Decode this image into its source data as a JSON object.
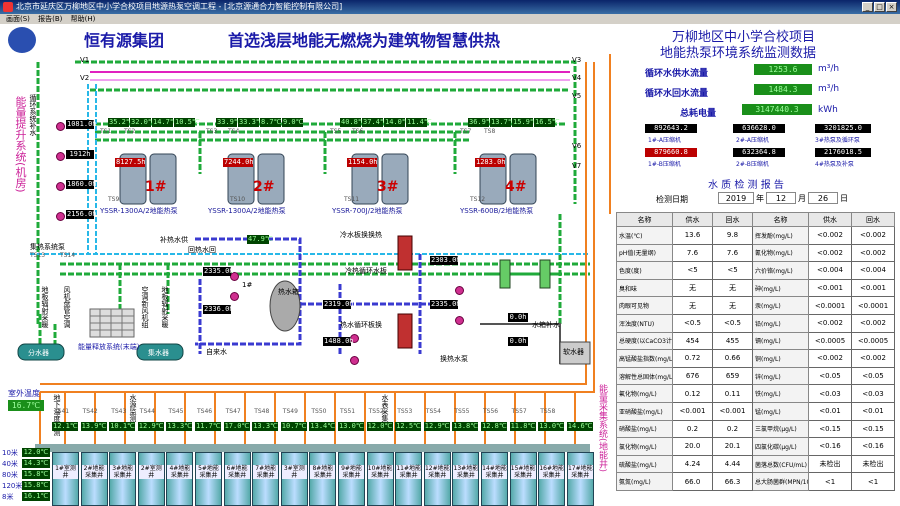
{
  "window": {
    "title": "北京市延庆区万柳地区中小学合校项目地源热泵空调工程 - [北京源通合力智能控制有限公司]",
    "menu": [
      "画面(S)",
      "报告(B)",
      "帮助(H)"
    ]
  },
  "header": {
    "brand": "恒有源集团",
    "slogan": "首选浅层地能无燃烧为建筑物智慧供热",
    "project_line1": "万柳地区中小学合校项目",
    "project_line2": "地能热泵环境系统监测数据"
  },
  "readings": {
    "supply_flow_label": "循环水供水流量",
    "supply_flow_value": "1253.6",
    "return_flow_label": "循环水回水流量",
    "return_flow_value": "1484.3",
    "flow_unit": "m³/h",
    "power_label": "总耗电量",
    "power_value": "3147440.3",
    "power_unit": "kWh"
  },
  "meters": [
    {
      "value": "892643.2",
      "label": "1#-A压缩机"
    },
    {
      "value": "636628.0",
      "label": "2#-A压缩机"
    },
    {
      "value": "3201825.0",
      "label": "3#热泵及循环泵"
    },
    {
      "value": "879660.8",
      "label": "1#-B压缩机"
    },
    {
      "value": "632364.8",
      "label": "2#-B压缩机"
    },
    {
      "value": "2176018.5",
      "label": "4#热泵及补泵"
    }
  ],
  "water_report": {
    "title": "水 质 检 测 报 告",
    "date_label": "检测日期",
    "year": "2019",
    "year_unit": "年",
    "month": "12",
    "month_unit": "月",
    "day": "26",
    "day_unit": "日",
    "headers": [
      "名称",
      "供水",
      "回水",
      "名称",
      "供水",
      "回水"
    ],
    "rows": [
      [
        "水温(℃)",
        "13.6",
        "9.8",
        "挥发酚(mg/L)",
        "<0.002",
        "<0.002"
      ],
      [
        "pH值(无量纲)",
        "7.6",
        "7.6",
        "氰化物(mg/L)",
        "<0.002",
        "<0.002"
      ],
      [
        "色度(度)",
        "<5",
        "<5",
        "六价铬(mg/L)",
        "<0.004",
        "<0.004"
      ],
      [
        "臭和味",
        "无",
        "无",
        "砷(mg/L)",
        "<0.001",
        "<0.001"
      ],
      [
        "肉眼可见物",
        "无",
        "无",
        "汞(mg/L)",
        "<0.0001",
        "<0.0001"
      ],
      [
        "浑浊度(NTU)",
        "<0.5",
        "<0.5",
        "铅(mg/L)",
        "<0.002",
        "<0.002"
      ],
      [
        "总硬度(以CaCO3计)",
        "454",
        "455",
        "镉(mg/L)",
        "<0.0005",
        "<0.0005"
      ],
      [
        "高锰酸盐指数(mg/L)",
        "0.72",
        "0.66",
        "铜(mg/L)",
        "<0.002",
        "<0.002"
      ],
      [
        "溶解性总固体(mg/L)",
        "676",
        "659",
        "锌(mg/L)",
        "<0.05",
        "<0.05"
      ],
      [
        "氟化物(mg/L)",
        "0.12",
        "0.11",
        "铁(mg/L)",
        "<0.03",
        "<0.03"
      ],
      [
        "亚硝酸盐(mg/L)",
        "<0.001",
        "<0.001",
        "锰(mg/L)",
        "<0.01",
        "<0.01"
      ],
      [
        "硝酸盐(mg/L)",
        "0.2",
        "0.2",
        "三氯甲烷(μg/L)",
        "<0.15",
        "<0.15"
      ],
      [
        "氯化物(mg/L)",
        "20.0",
        "20.1",
        "四氯化碳(μg/L)",
        "<0.16",
        "<0.16"
      ],
      [
        "硫酸盐(mg/L)",
        "4.24",
        "4.44",
        "菌落总数(CFU/mL)",
        "未检出",
        "未检出"
      ],
      [
        "氨氮(mg/L)",
        "66.0",
        "66.3",
        "总大肠菌群(MPN/100mL)",
        "<1",
        "<1"
      ]
    ]
  },
  "heat_pumps": [
    {
      "name": "YSSR-1300A/2地能热泵",
      "tag": "1#",
      "kwh": "8127.5h",
      "temps": [
        "35.2℃",
        "32.0℃",
        "14.7℃",
        "10.5℃"
      ]
    },
    {
      "name": "YSSR-1300A/2地能热泵",
      "tag": "2#",
      "kwh": "7244.0h",
      "temps": [
        "33.9℃",
        "33.3℃",
        "8.7℃",
        "9.0℃"
      ]
    },
    {
      "name": "YSSR-700J/2地能热泵",
      "tag": "3#",
      "kwh": "1154.0h",
      "temps": [
        "40.8℃",
        "37.4℃",
        "14.0℃",
        "11.4℃"
      ]
    },
    {
      "name": "YSSR-600B/2地能热泵",
      "tag": "4#",
      "kwh": "1283.0h",
      "temps": [
        "36.9℃",
        "13.7℃",
        "15.9℃",
        "16.5℃"
      ]
    }
  ],
  "circ_pumps": {
    "title": "能量提升系统(机房)",
    "hours": [
      "1081.0h",
      "1912h",
      "1860.0h",
      "2156.0h"
    ],
    "side_label": "循环系统补水",
    "bottom_label": "集热系统泵"
  },
  "ts_labels": [
    "TS1",
    "TS2",
    "TS3",
    "TS4",
    "TS5",
    "TS6",
    "TS7",
    "TS8",
    "TS9",
    "TS10",
    "TS11",
    "TS12",
    "TS13",
    "TS14"
  ],
  "v_labels": [
    "V1",
    "V2",
    "V3",
    "V4",
    "V5",
    "V6",
    "V7"
  ],
  "domestic_water": {
    "supply_label": "补热水供",
    "return_label": "回热水回",
    "hot_water_tank": "热水箱",
    "softener": "软水器",
    "makeup_water": "水箱补水",
    "city_water": "自来水",
    "pump_label": "1#",
    "hours": [
      "2335.0h",
      "2336.0h",
      "2319.0h",
      "1488.0h",
      "2303.0h",
      "2335.0h"
    ],
    "flow": "47.9℃",
    "hex_label_top": "冷水板换换热",
    "hex_label_mid": "冷热循环水板",
    "plate_hex_label": "热水循环板换",
    "supply_pump": "换热水泵",
    "hx_values": [
      "0.0h",
      "0.0h"
    ]
  },
  "distribution": {
    "distributor": "分水器",
    "collector": "集水器",
    "end_label": "能量释放系统(末端)",
    "manifold_labels": [
      "地板辐射采暖",
      "风机盘管空调",
      "空调新风机组",
      "地板辐射采暖"
    ],
    "end_side": "能量采集系统(地能井)"
  },
  "outdoor": {
    "label": "室外温度",
    "value": "16.7℃"
  },
  "wells": {
    "depth_labels": [
      "10米",
      "40米",
      "80米",
      "120米",
      "8米"
    ],
    "depth_values": [
      "12.0℃",
      "14.3℃",
      "15.8℃",
      "15.8℃",
      "16.1℃"
    ],
    "items": [
      "1#室测井",
      "2#地能采集井",
      "3#地能采集井",
      "2#室测井",
      "4#地能采集井",
      "5#地能采集井",
      "6#地能采集井",
      "7#地能采集井",
      "3#室测井",
      "8#地能采集井",
      "9#地能采集井",
      "10#地能采集井",
      "11#地能采集井",
      "12#地能采集井",
      "13#地能采集井",
      "14#地能采集井",
      "15#地能采集井",
      "16#地能采集井",
      "17#地能采集井"
    ],
    "temps": [
      "12.1℃",
      "13.9℃",
      "10.1℃",
      "12.9℃",
      "13.3℃",
      "11.7℃",
      "17.0℃",
      "13.3℃",
      "10.7℃",
      "13.4℃",
      "13.0℃",
      "12.0℃",
      "12.5℃",
      "12.9℃",
      "13.8℃",
      "12.8℃",
      "11.8℃",
      "13.0℃",
      "14.6℃"
    ],
    "left_label": "地下温度监测",
    "mid_label": "水源监测",
    "right_label": "水表采集",
    "ts_tags": [
      "TS41",
      "TS42",
      "TS43",
      "TS44",
      "TS45",
      "TS46",
      "TS47",
      "TS48",
      "TS49",
      "TS50",
      "TS51",
      "TS52",
      "TS53",
      "TS54",
      "TS55",
      "TS56",
      "TS57",
      "TS58"
    ]
  },
  "colors": {
    "pipe_green": "#1faa3a",
    "pipe_orange": "#f08020",
    "pipe_blue": "#3a3ad0",
    "pipe_magenta": "#e020c0",
    "pipe_cyan": "#28b8e8",
    "title_red": "#cc0000",
    "title_blue": "#1a1aa8"
  }
}
